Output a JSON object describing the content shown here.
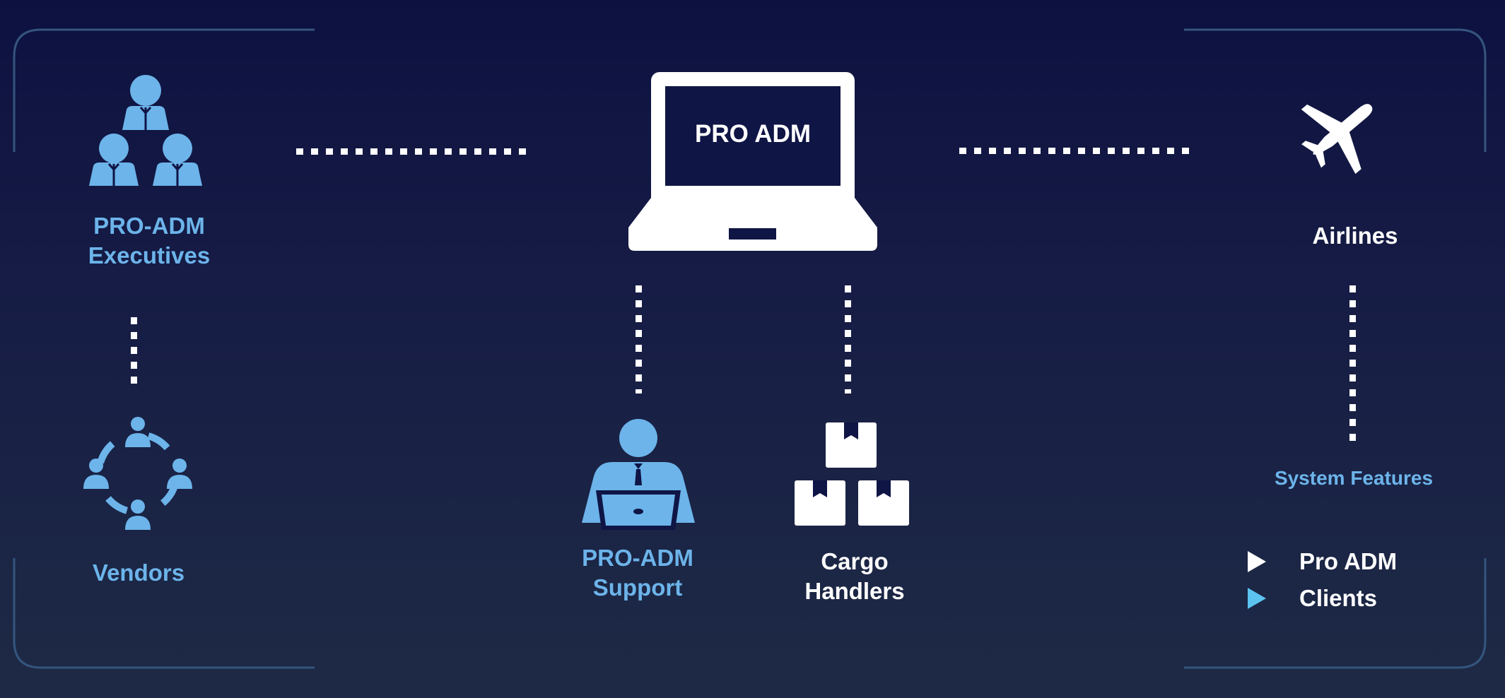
{
  "nodes": {
    "executives": {
      "label_line1": "PRO-ADM",
      "label_line2": "Executives",
      "icon": "hierarchy-people-icon"
    },
    "vendors": {
      "label": "Vendors",
      "icon": "people-circle-icon"
    },
    "central": {
      "screen_text": "PRO ADM",
      "icon": "laptop-icon"
    },
    "support": {
      "label_line1": "PRO-ADM",
      "label_line2": "Support",
      "icon": "support-person-laptop-icon"
    },
    "cargo": {
      "label_line1": "Cargo",
      "label_line2": "Handlers",
      "icon": "boxes-icon"
    },
    "airlines": {
      "label": "Airlines",
      "icon": "airplane-icon"
    }
  },
  "features": {
    "title": "System Features",
    "items": [
      {
        "label": "Pro ADM",
        "color": "#ffffff"
      },
      {
        "label": "Clients",
        "color": "#5cc3f0"
      }
    ]
  },
  "colors": {
    "accent_blue": "#6cb4ea",
    "white": "#ffffff",
    "frame": "#34557e"
  }
}
